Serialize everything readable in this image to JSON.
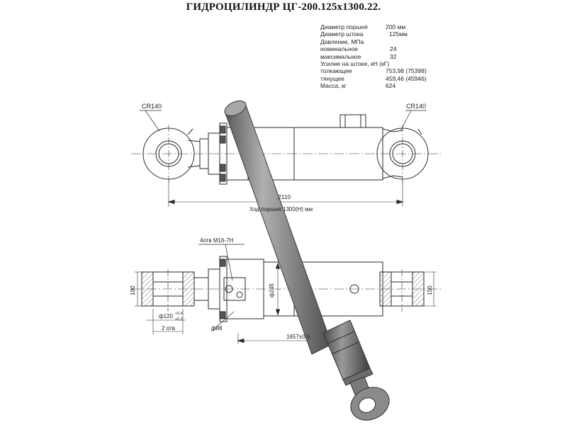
{
  "title": "ГИДРОЦИЛИНДР ЦГ-200.125х1300.22.",
  "specs": [
    {
      "label": "Диаметр поршня",
      "value": "200 мм"
    },
    {
      "label": "Диаметр штока",
      "value": "125мм"
    },
    {
      "label": "Давление, МПа",
      "value": ""
    },
    {
      "label": "номинальное",
      "value": "24"
    },
    {
      "label": "максимальное",
      "value": "32"
    },
    {
      "label": "Усилие на штоке, кН (кГ)",
      "value": ""
    },
    {
      "label": "толкающее",
      "value": "753,98 (75398)"
    },
    {
      "label": "тянущее",
      "value": "459,46 (45946)"
    },
    {
      "label": "Масса, кг",
      "value": "624"
    }
  ],
  "dims": {
    "sr_left": "СR140",
    "sr_right": "СR140",
    "length": "2110",
    "stroke": "Ход поршня 1300(Н) мм",
    "ports": "4отв М16-7Н",
    "pin_dia": "ф120",
    "pin_tol_up": "+0,4",
    "pin_tol_dn": "+0,2",
    "holes": "2 отв.",
    "rod_d": "ф88",
    "bore_d": "ф245",
    "width_left": "180",
    "width_right": "150",
    "center": "1657±0,5"
  },
  "colors": {
    "line": "#2a2a2a",
    "rod": "#8d8d8d",
    "rod_dark": "#555555",
    "hatch": "#777777"
  }
}
